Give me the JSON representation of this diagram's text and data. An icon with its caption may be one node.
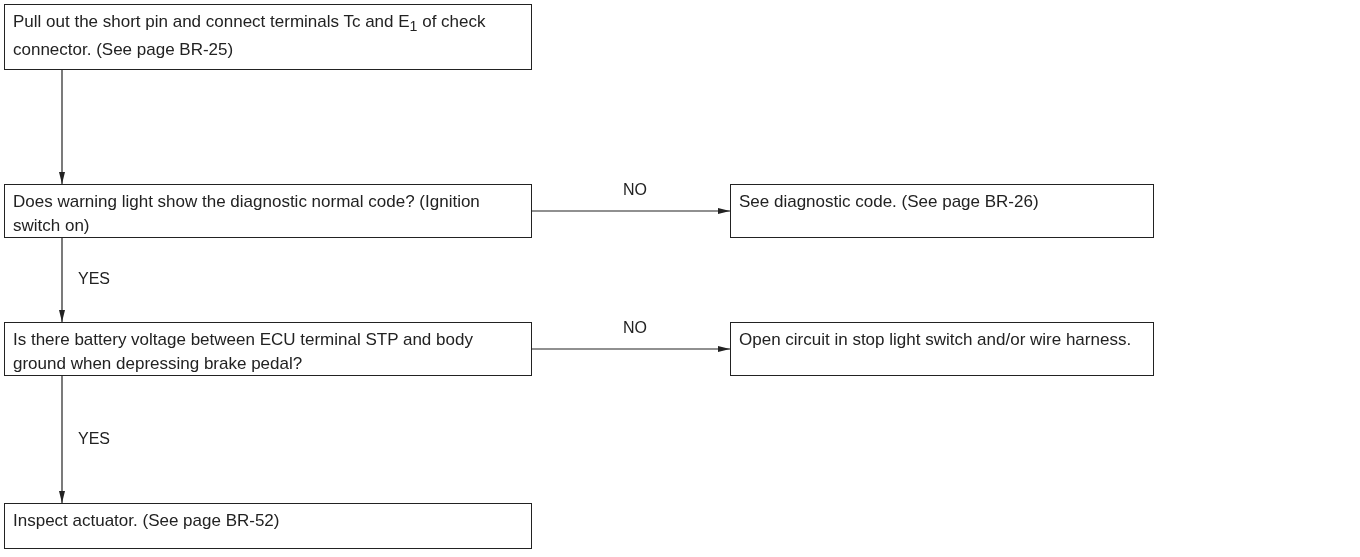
{
  "diagram": {
    "nodes": [
      {
        "text": [
          "Pull out the short pin and connect terminals Tc and E$_{1}$ of check connector. (See page BR-25)"
        ]
      },
      {
        "text": [
          "Does warning light show the diagnostic normal code? (Ignition switch on)"
        ]
      },
      {
        "text": [
          "See diagnostic code. (See page BR-26)"
        ]
      },
      {
        "text": [
          "Is there battery voltage between ECU terminal STP and body ground when depressing brake pedal?"
        ]
      },
      {
        "text": [
          "Open circuit in stop light switch and/or wire harness."
        ]
      },
      {
        "text": [
          "Inspect actuator. (See page BR-52)"
        ]
      }
    ],
    "edges": [
      {
        "from": 0,
        "to": 1,
        "arrow": "to"
      },
      {
        "from": 1,
        "to": 2,
        "arrow": "to",
        "label": "NO"
      },
      {
        "from": 1,
        "to": 3,
        "arrow": "to",
        "label": "YES"
      },
      {
        "from": 3,
        "to": 4,
        "arrow": "to",
        "label": "NO"
      },
      {
        "from": 3,
        "to": 5,
        "arrow": "to",
        "label": "YES"
      }
    ]
  }
}
